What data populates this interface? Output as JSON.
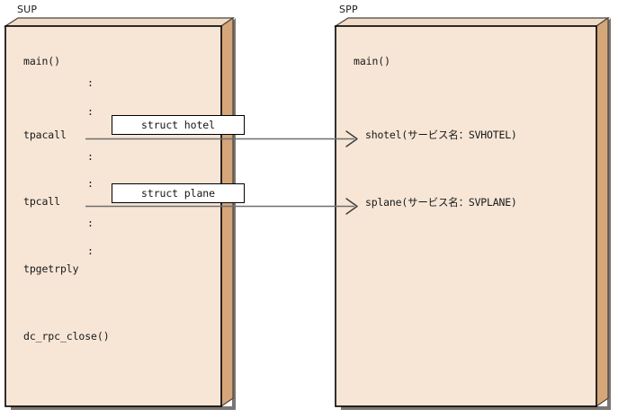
{
  "diagram": {
    "title_left": "SUP",
    "title_right": "SPP",
    "colors": {
      "panel_face": "#f7e6d6",
      "panel_side": "#d4a678",
      "panel_outline": "#000000",
      "panel_shadow": "#7b7571",
      "struct_box_fill": "#ffffff",
      "struct_box_border": "#000000",
      "connector_line": "#6e6e6e",
      "text": "#181818"
    },
    "left_panel": {
      "name": "SUP",
      "lines": [
        {
          "id": "sup-main",
          "text": "main()"
        },
        {
          "id": "sup-dots-1",
          "text": ":"
        },
        {
          "id": "sup-dots-2",
          "text": ":"
        },
        {
          "id": "sup-tpacall",
          "text": "tpacall"
        },
        {
          "id": "sup-dots-3",
          "text": ":"
        },
        {
          "id": "sup-dots-4",
          "text": ":"
        },
        {
          "id": "sup-tpcall",
          "text": "tpcall"
        },
        {
          "id": "sup-dots-5",
          "text": ":"
        },
        {
          "id": "sup-dots-6",
          "text": ":"
        },
        {
          "id": "sup-tpgetrply",
          "text": "tpgetrply"
        },
        {
          "id": "sup-dcrpcclose",
          "text": "dc_rpc_close()"
        }
      ]
    },
    "right_panel": {
      "name": "SPP",
      "lines": [
        {
          "id": "spp-main",
          "text": "main()"
        },
        {
          "id": "spp-shotel",
          "text": "shotel(サービス名：SVHOTEL)"
        },
        {
          "id": "spp-splane",
          "text": "splane(サービス名：SVPLANE)"
        }
      ]
    },
    "messages": [
      {
        "id": "msg-hotel",
        "label": "struct hotel",
        "from": "tpacall",
        "to": "shotel(サービス名：SVHOTEL)"
      },
      {
        "id": "msg-plane",
        "label": "struct plane",
        "from": "tpcall",
        "to": "splane(サービス名：SVPLANE)"
      }
    ]
  }
}
